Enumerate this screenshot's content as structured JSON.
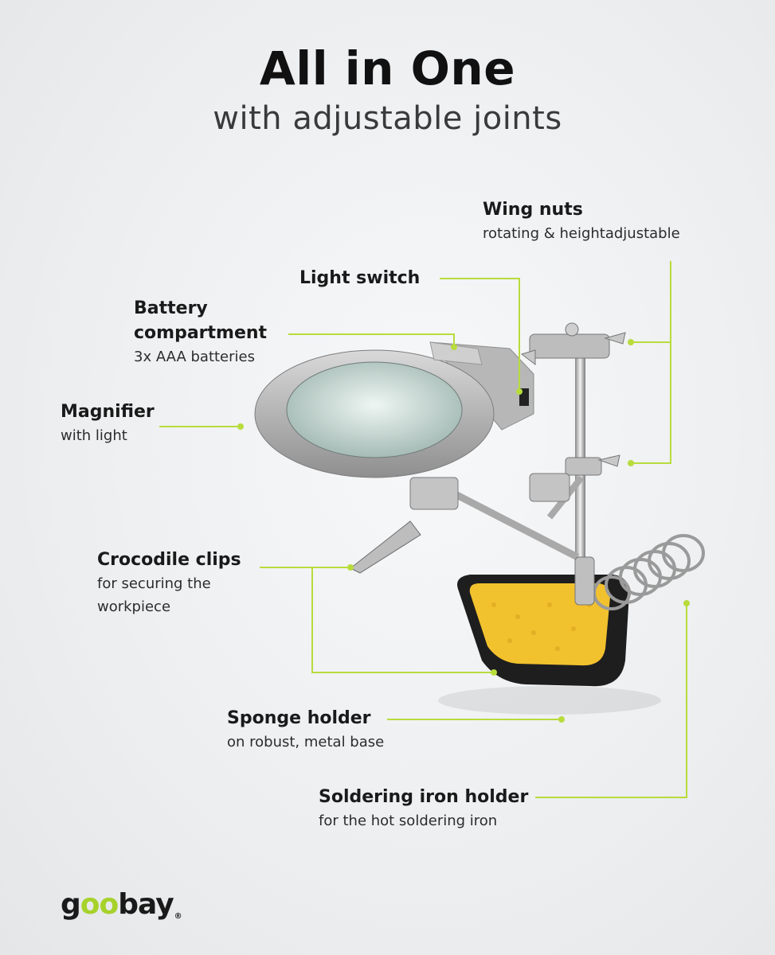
{
  "header": {
    "title": "All in One",
    "subtitle": "with adjustable joints"
  },
  "callouts": {
    "wing_nuts": {
      "heading": "Wing nuts",
      "sub": "rotating & heightadjustable"
    },
    "light_switch": {
      "heading": "Light switch"
    },
    "battery": {
      "heading_line1": "Battery",
      "heading_line2": "compartment",
      "sub": "3x AAA batteries"
    },
    "magnifier": {
      "heading": "Magnifier",
      "sub": "with light"
    },
    "crocodile": {
      "heading": "Crocodile clips",
      "sub_line1": "for securing the",
      "sub_line2": "workpiece"
    },
    "sponge": {
      "heading": "Sponge holder",
      "sub": "on robust, metal base"
    },
    "iron_holder": {
      "heading": "Soldering iron holder",
      "sub": "for the hot soldering iron"
    }
  },
  "brand": {
    "logo_pre": "g",
    "logo_oo": "oo",
    "logo_post": "bay",
    "logo_mark": "®"
  },
  "colors": {
    "accent": "#b8dc3c",
    "text": "#1a1a1a",
    "sponge": "#f2c12e"
  }
}
